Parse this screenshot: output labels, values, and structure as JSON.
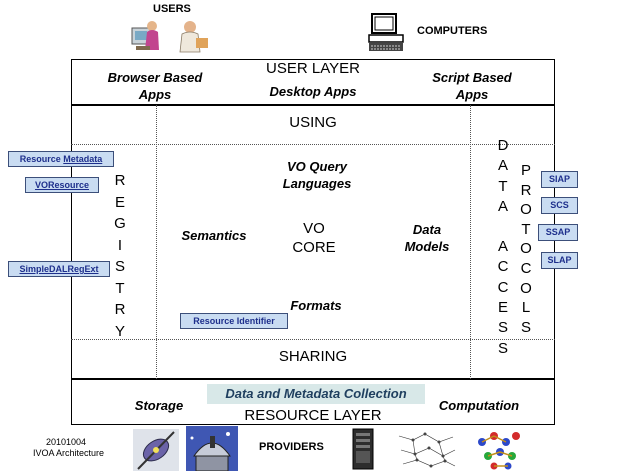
{
  "header": {
    "users_label": "USERS",
    "computers_label": "COMPUTERS"
  },
  "user_layer": {
    "title": "USER LAYER",
    "browser_apps": "Browser Based Apps",
    "desktop_apps": "Desktop Apps",
    "script_apps": "Script Based Apps"
  },
  "using_label": "USING",
  "sharing_label": "SHARING",
  "registry": {
    "vertical_letters": [
      "R",
      "E",
      "G",
      "I",
      "S",
      "T",
      "R",
      "Y"
    ]
  },
  "data_access": {
    "col1_letters": [
      "D",
      "A",
      "T",
      "A",
      "A",
      "C",
      "C",
      "E",
      "S",
      "S"
    ],
    "col2_letters": [
      "P",
      "R",
      "O",
      "T",
      "O",
      "C",
      "O",
      "L",
      "S"
    ]
  },
  "core": {
    "vo_query_languages": "VO Query Languages",
    "semantics": "Semantics",
    "vo_core": "VO CORE",
    "data_models": "Data Models",
    "formats": "Formats"
  },
  "standards_left": {
    "resource_metadata_a": "Resource",
    "resource_metadata_b": "Metadata",
    "voresource": "VOResource",
    "simpledalregext": "SimpleDALRegExt",
    "resource_identifier": "Resource Identifier"
  },
  "standards_right": [
    "SIAP",
    "SCS",
    "SSAP",
    "SLAP"
  ],
  "resource_layer": {
    "title": "RESOURCE LAYER",
    "storage": "Storage",
    "data_collection": "Data and Metadata Collection",
    "computation": "Computation"
  },
  "footer": {
    "date": "20101004",
    "caption": "IVOA Architecture",
    "providers_label": "PROVIDERS"
  },
  "colors": {
    "tag_fill": "#c9dcf2",
    "tag_text": "#1e2f8c",
    "band_fill": "#d8e8e8"
  }
}
